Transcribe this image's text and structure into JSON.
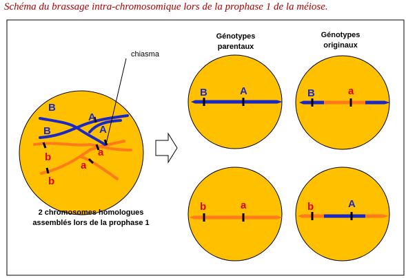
{
  "title": "Schéma du brassage intra-chromosomique lors de la prophase 1 de la méiose.",
  "colors": {
    "cell_fill": "#ffc000",
    "cell_stroke": "#000000",
    "blue_chromosome": "#1a28c8",
    "orange_chromosome": "#ff7a1a",
    "title_color": "#b00000"
  },
  "left_cell": {
    "labels": {
      "B_top": "B",
      "B_mid": "B",
      "A_top": "A",
      "A_mid": "A",
      "b_top": "b",
      "b_bottom": "b",
      "a_top": "a",
      "a_mid": "a"
    },
    "chiasma_label": "chiasma",
    "caption_line1": "2 chromosomes homologues",
    "caption_line2": "assemblés lors de la prophase 1"
  },
  "arrow_icon": "right-outline-arrow",
  "headers": {
    "parental_line1": "Génotypes",
    "parental_line2": "parentaux",
    "original_line1": "Génotypes",
    "original_line2": "originaux"
  },
  "cells": {
    "top_left": {
      "left_label": "B",
      "right_label": "A"
    },
    "top_right": {
      "left_label": "B",
      "right_label": "a"
    },
    "bottom_left": {
      "left_label": "b",
      "right_label": "a"
    },
    "bottom_right": {
      "left_label": "b",
      "right_label": "A"
    }
  }
}
